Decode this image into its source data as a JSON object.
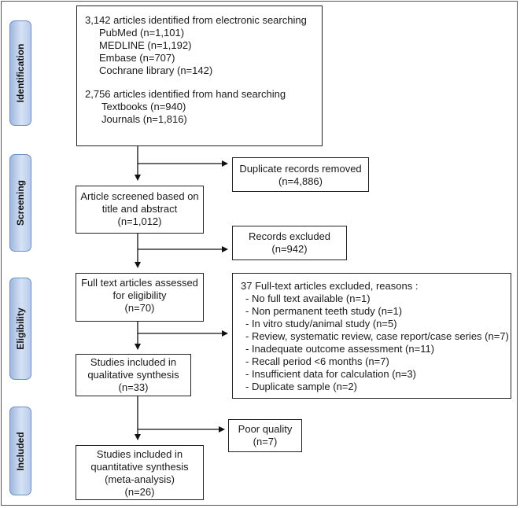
{
  "stages": {
    "identification": "Identification",
    "screening": "Screening",
    "eligibility": "Eligibility",
    "included": "Included"
  },
  "identified": {
    "electronic_total": "3,142 articles identified from electronic searching",
    "electronic_items": [
      "PubMed (n=1,101)",
      "MEDLINE (n=1,192)",
      "Embase (n=707)",
      "Cochrane library (n=142)"
    ],
    "hand_total": "2,756 articles identified from hand searching",
    "hand_items": [
      "Textbooks (n=940)",
      "Journals (n=1,816)"
    ]
  },
  "duplicates": {
    "line1": "Duplicate records removed",
    "line2": "(n=4,886)"
  },
  "screened": {
    "line1": "Article screened based on",
    "line2": "title and abstract",
    "line3": "(n=1,012)"
  },
  "excluded": {
    "line1": "Records excluded",
    "line2": "(n=942)"
  },
  "fulltext": {
    "line1": "Full text articles assessed",
    "line2": "for eligibility",
    "line3": "(n=70)"
  },
  "fulltext_excluded": {
    "title": "37 Full-text articles excluded, reasons :",
    "reasons": [
      "- No full text available (n=1)",
      "- Non permanent teeth study (n=1)",
      "- In vitro study/animal study (n=5)",
      "- Review, systematic review, case report/case series (n=7)",
      "- Inadequate outcome assessment (n=11)",
      "- Recall period <6 months (n=7)",
      "- Insufficient data for calculation (n=3)",
      "- Duplicate sample (n=2)"
    ]
  },
  "qualitative": {
    "line1": "Studies included in",
    "line2": "qualitative synthesis",
    "line3": "(n=33)"
  },
  "poor_quality": {
    "line1": "Poor quality",
    "line2": "(n=7)"
  },
  "quantitative": {
    "line1": "Studies included in",
    "line2": "quantitative synthesis",
    "line3": "(meta-analysis)",
    "line4": "(n=26)"
  }
}
